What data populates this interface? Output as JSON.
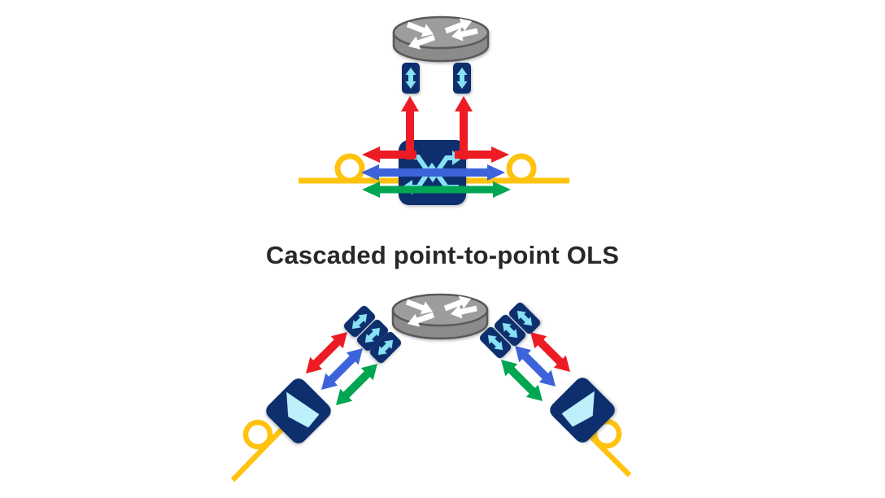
{
  "title": {
    "text": "Cascaded point-to-point OLS"
  },
  "palette": {
    "background": "#ffffff",
    "navy": "#0e2f6d",
    "cyan_arrow": "#86e2f4",
    "pale_cyan": "#bdf0fa",
    "red": "#ed1c24",
    "blue": "#3c63d9",
    "green": "#00a651",
    "fiber_yellow": "#ffc20e",
    "router_side": "#8b8b8b",
    "router_top": "#9d9d9d",
    "router_outline": "#5a5a5a",
    "router_arrow": "#ffffff",
    "title_color": "#282828"
  },
  "icons": {
    "router": "router-cylinder-with-crossed-arrows",
    "transceiver": "pluggable-transceiver-with-updown-arrow",
    "optical_switch": "optical-cross-connect-box",
    "filter_node": "optical-filter-node-box",
    "fiber_coil": "fiber-line-with-coil-loop",
    "wavelength_arrows": [
      "red-double-arrow",
      "blue-double-arrow",
      "green-double-arrow"
    ]
  }
}
